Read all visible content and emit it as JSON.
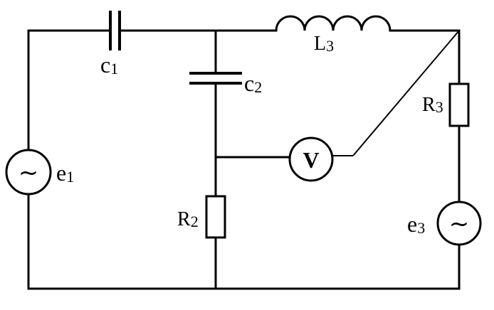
{
  "components": {
    "c1": {
      "base": "c",
      "sub": "1"
    },
    "c2": {
      "base": "c",
      "sub": "2"
    },
    "l3": {
      "base": "L",
      "sub": "3"
    },
    "r2": {
      "base": "R",
      "sub": "2"
    },
    "r3": {
      "base": "R",
      "sub": "3"
    },
    "e1": {
      "base": "e",
      "sub": "1",
      "symbol": "~"
    },
    "e3": {
      "base": "e",
      "sub": "3",
      "symbol": "~"
    },
    "voltmeter": {
      "letter": "V"
    }
  },
  "colors": {
    "line": "#000000",
    "background": "#ffffff"
  }
}
